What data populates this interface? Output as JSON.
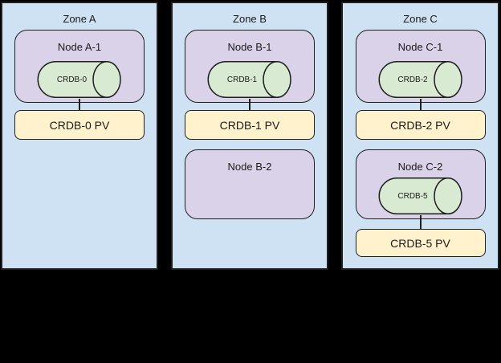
{
  "colors": {
    "canvas_bg": "#000000",
    "zone_fill": "#cfe2f3",
    "node_fill": "#d9d2e9",
    "cylinder_fill": "#d9ead3",
    "pv_fill": "#fff2cc",
    "border_color": "#1f1f1f",
    "text_color": "#1a1a1a"
  },
  "zones": [
    {
      "label": "Zone A",
      "nodes": [
        {
          "label": "Node A-1",
          "pod": "CRDB-0",
          "pv": "CRDB-0 PV"
        }
      ]
    },
    {
      "label": "Zone B",
      "nodes": [
        {
          "label": "Node B-1",
          "pod": "CRDB-1",
          "pv": "CRDB-1 PV"
        },
        {
          "label": "Node B-2"
        }
      ]
    },
    {
      "label": "Zone C",
      "nodes": [
        {
          "label": "Node C-1",
          "pod": "CRDB-2",
          "pv": "CRDB-2 PV"
        },
        {
          "label": "Node C-2",
          "pod": "CRDB-5",
          "pv": "CRDB-5 PV"
        }
      ]
    }
  ]
}
